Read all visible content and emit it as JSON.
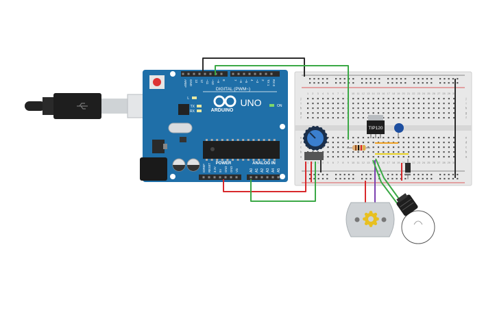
{
  "arduino": {
    "brand": "ARDUINO",
    "model": "UNO",
    "digital_label": "DIGITAL (PWM~)",
    "power_label": "POWER",
    "analog_label": "ANALOG IN",
    "on_label": "ON",
    "l_label": "L",
    "tx_label": "TX",
    "rx_label": "RX",
    "top_pins": [
      "AREF",
      "GND",
      "13",
      "12",
      "~11",
      "~10",
      "~9",
      "8",
      "7",
      "~6",
      "~5",
      "4",
      "~3",
      "2",
      "TX 1",
      "RX 0"
    ],
    "power_pins": [
      "IOREF",
      "RESET",
      "3.3V",
      "5V",
      "GND",
      "GND",
      "Vin"
    ],
    "analog_pins": [
      "A0",
      "A1",
      "A2",
      "A3",
      "A4",
      "A5"
    ]
  },
  "breadboard": {
    "row_letters_top": [
      "j",
      "i",
      "h",
      "g",
      "f"
    ],
    "row_letters_bottom": [
      "e",
      "d",
      "c",
      "b",
      "a"
    ],
    "columns": [
      "1",
      "2",
      "3",
      "4",
      "5",
      "6",
      "7",
      "8",
      "9",
      "10",
      "11",
      "12",
      "13",
      "14",
      "15",
      "16",
      "17",
      "18",
      "19",
      "20",
      "21",
      "22",
      "23",
      "24",
      "25",
      "26",
      "27",
      "28",
      "29",
      "30"
    ]
  },
  "transistor": {
    "label": "TIP120"
  },
  "colors": {
    "board_blue": "#1f6fa8",
    "wire_red": "#d8282b",
    "wire_green": "#3aa845",
    "wire_black": "#2b2b2b",
    "wire_purple": "#7a3fb0",
    "wire_orange": "#f0a020",
    "wire_yellow": "#e8d020"
  }
}
